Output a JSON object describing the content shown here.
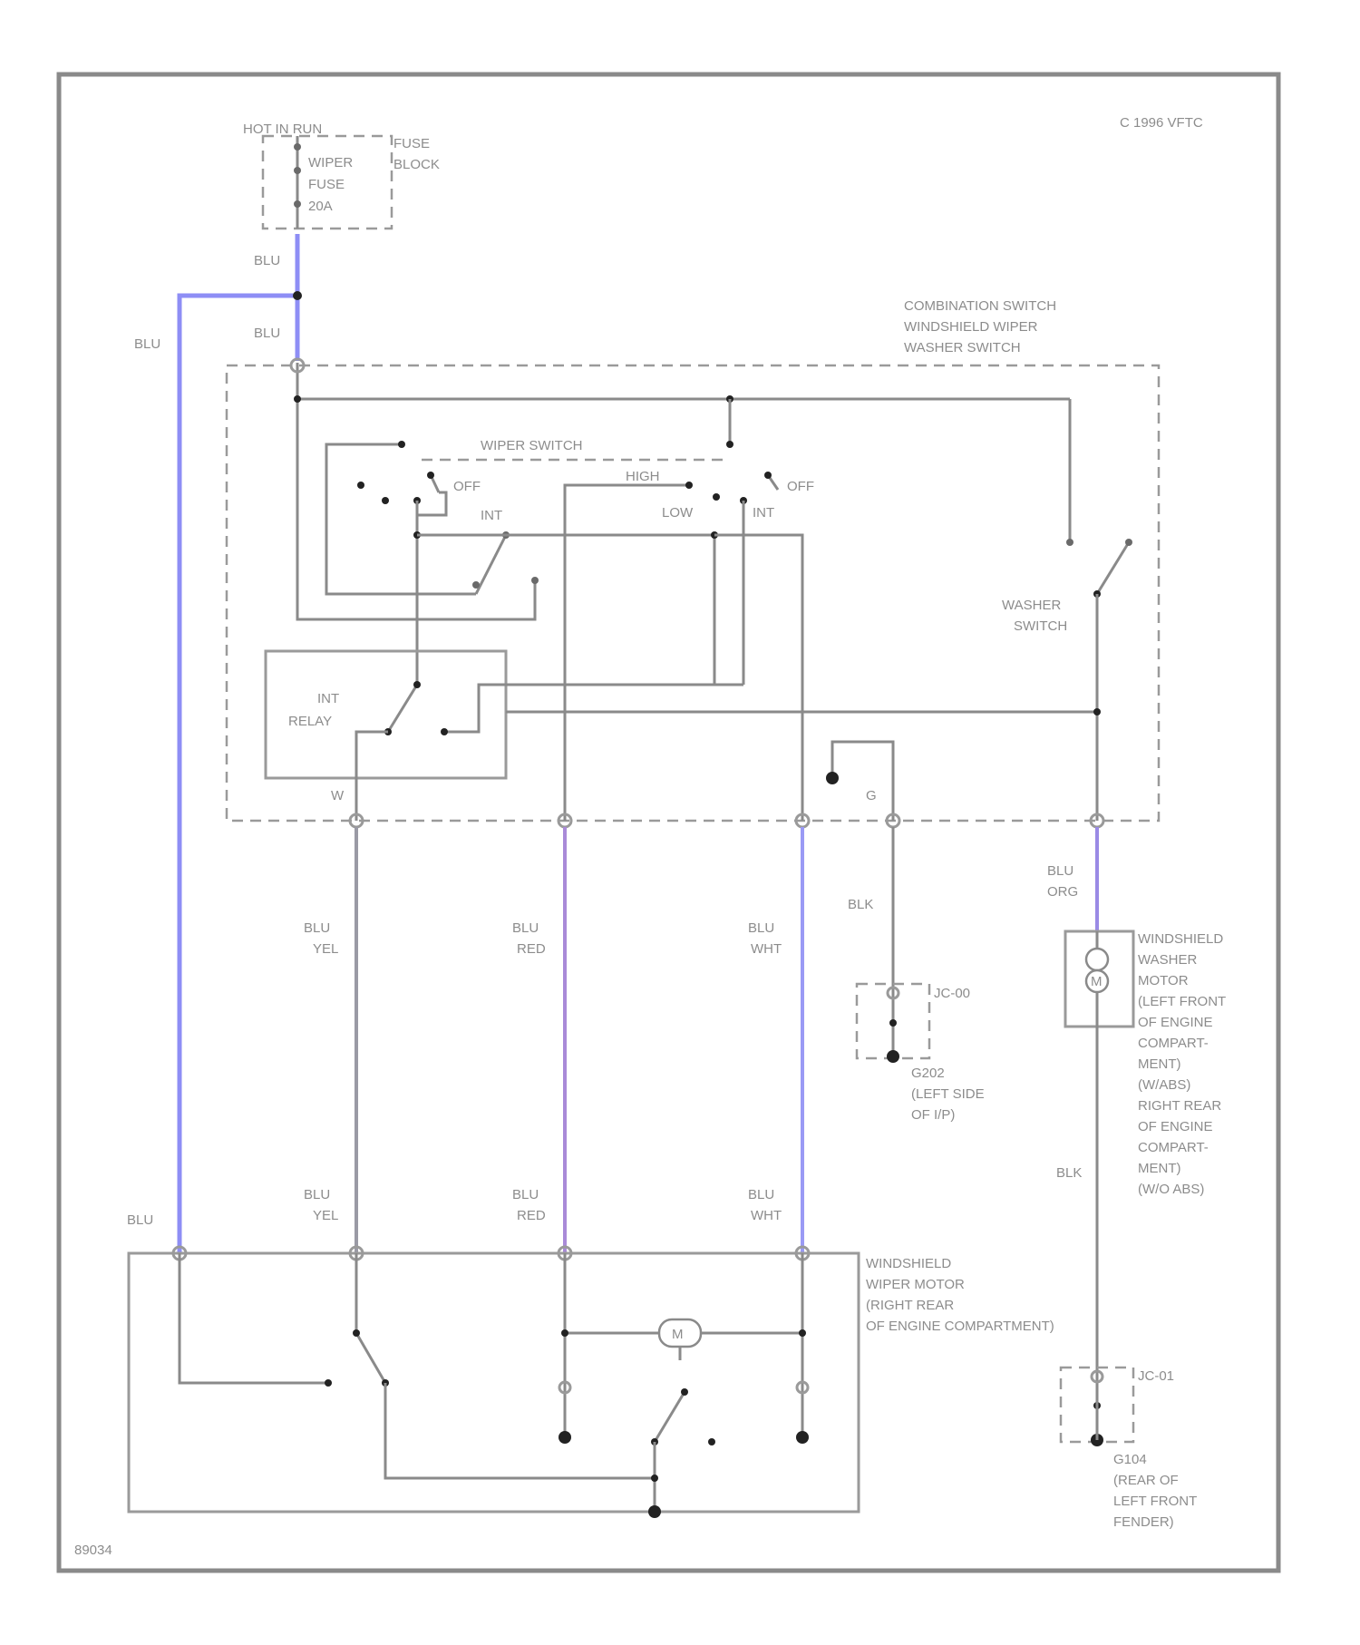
{
  "copyright": "C 1996 VFTC",
  "diagram_id": "89034",
  "colors": {
    "wire": "#8a8a8a",
    "blu": "#8e8ef5",
    "blu_red": "#a98ad8",
    "blu_wht": "#9a9af5"
  },
  "fuse": {
    "hot_label": "HOT IN RUN",
    "lines": [
      "WIPER",
      "FUSE",
      "20A"
    ],
    "block_lines": [
      "FUSE",
      "BLOCK"
    ]
  },
  "wires": {
    "blu": "BLU",
    "blu_yel": [
      "BLU",
      "YEL"
    ],
    "blu_red": [
      "BLU",
      "RED"
    ],
    "blu_wht": [
      "BLU",
      "WHT"
    ],
    "blu_org": [
      "BLU",
      "ORG"
    ],
    "blk": "BLK"
  },
  "combination_switch": {
    "title_lines": [
      "COMBINATION SWITCH",
      "WINDSHIELD WIPER",
      "WASHER SWITCH"
    ],
    "wiper_switch": "WIPER SWITCH",
    "off": "OFF",
    "int": "INT",
    "high": "HIGH",
    "low": "LOW",
    "washer_switch_lines": [
      "WASHER",
      "SWITCH"
    ],
    "relay_lines": [
      "INT",
      "RELAY"
    ],
    "pin_w": "W",
    "pin_g": "G"
  },
  "ground_g202": {
    "connector": "JC-00",
    "lines": [
      "G202",
      "(LEFT SIDE",
      "OF I/P)"
    ]
  },
  "washer_motor": {
    "symbol": "M",
    "lines": [
      "WINDSHIELD",
      "WASHER",
      "MOTOR",
      "(LEFT FRONT",
      "OF ENGINE",
      "COMPART-",
      "MENT)",
      "(W/ABS)",
      "RIGHT REAR",
      "OF ENGINE",
      "COMPART-",
      "MENT)",
      "(W/O ABS)"
    ]
  },
  "wiper_motor": {
    "symbol": "M",
    "lines": [
      "WINDSHIELD",
      "WIPER MOTOR",
      "(RIGHT REAR",
      "OF ENGINE COMPARTMENT)"
    ]
  },
  "ground_g104": {
    "connector": "JC-01",
    "lines": [
      "G104",
      "(REAR OF",
      "LEFT FRONT",
      "FENDER)"
    ]
  }
}
